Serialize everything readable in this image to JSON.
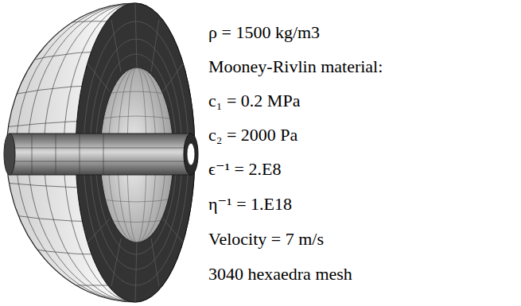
{
  "diagram": {
    "labels": [
      "ρ = 1500 kg/m3",
      "Mooney-Rivlin material:",
      "c₁ = 0.2 MPa",
      "c₂ = 2000 Pa",
      "ϵ⁻¹ = 2.E8",
      "η⁻¹ = 1.E18",
      "Velocity = 7 m/s",
      "3040 hexaedra mesh"
    ]
  }
}
